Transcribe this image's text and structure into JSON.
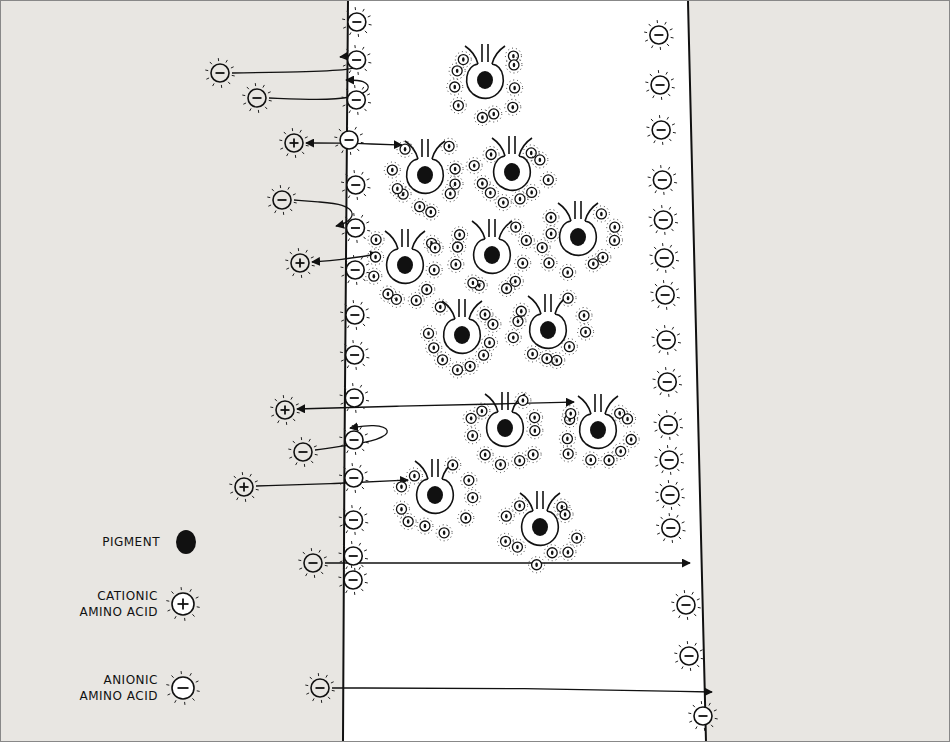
{
  "diagram": {
    "legend": [
      {
        "text": "PIGMENT"
      },
      {
        "text": "CATIONIC AMINO ACID"
      },
      {
        "text": "ANIONIC AMINO ACID"
      }
    ]
  }
}
